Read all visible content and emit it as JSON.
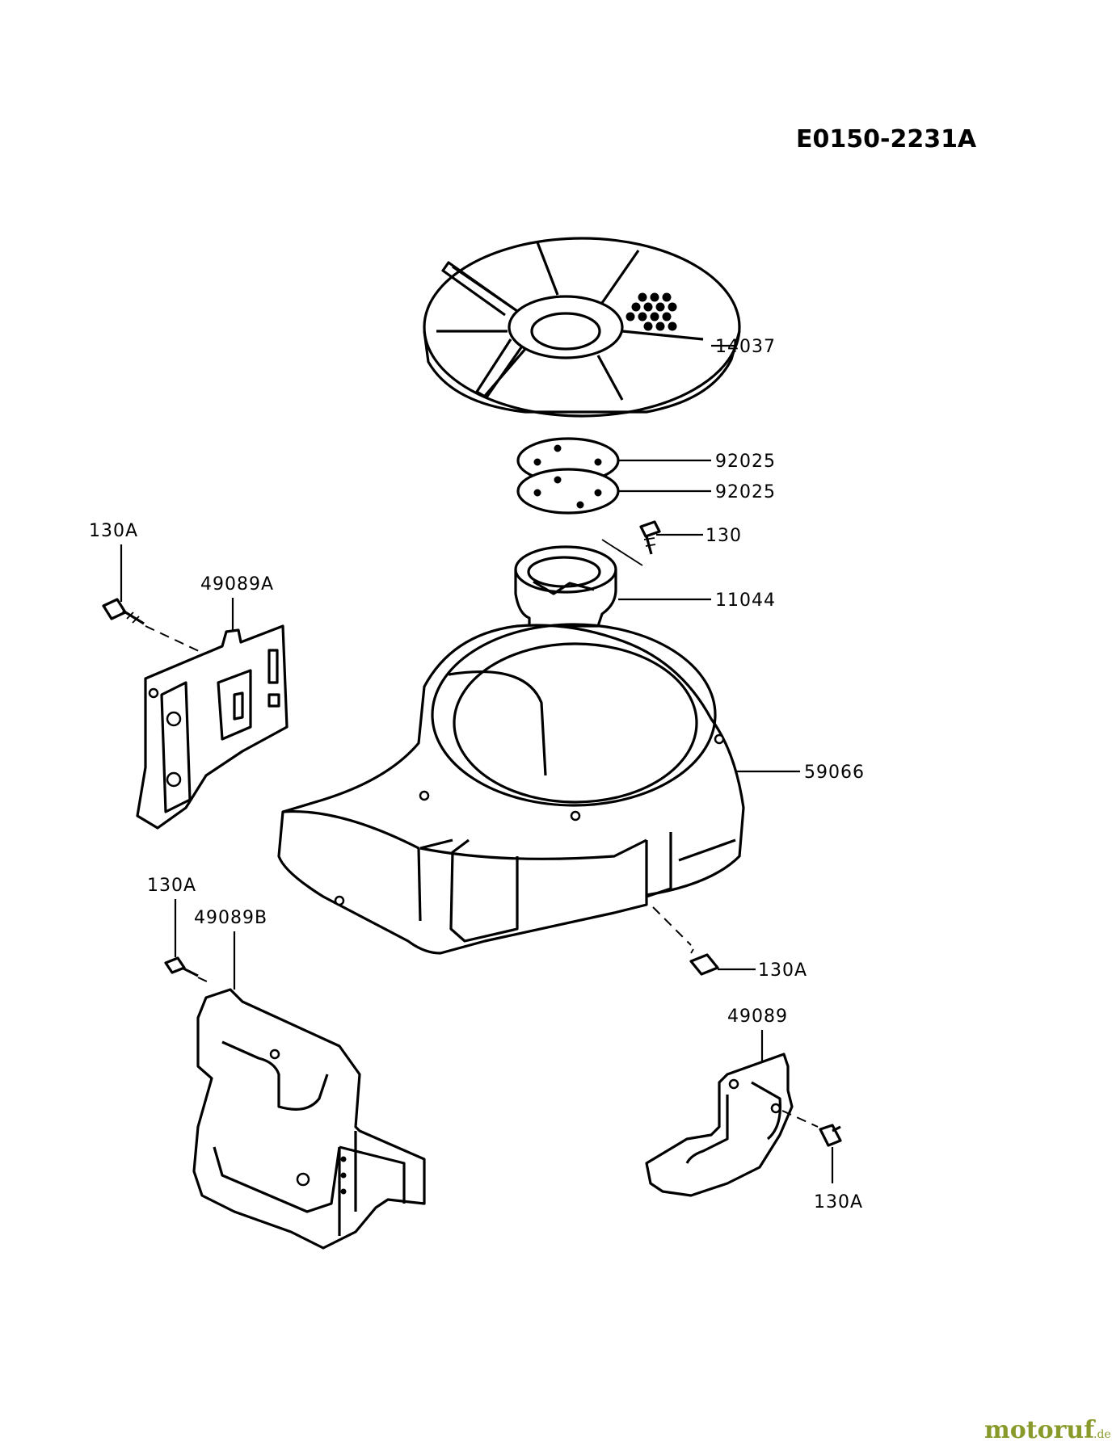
{
  "diagram_code": "E0150-2231A",
  "watermark": {
    "brand": "motoruf",
    "suffix": ".de"
  },
  "parts": {
    "p14037": "14037",
    "p92025_a": "92025",
    "p92025_b": "92025",
    "p130": "130",
    "p11044": "11044",
    "p59066": "59066",
    "p130A_top_left": "130A",
    "p49089A": "49089A",
    "p130A_mid_left": "130A",
    "p49089B": "49089B",
    "p130A_center": "130A",
    "p49089": "49089",
    "p130A_bottom_right": "130A"
  }
}
